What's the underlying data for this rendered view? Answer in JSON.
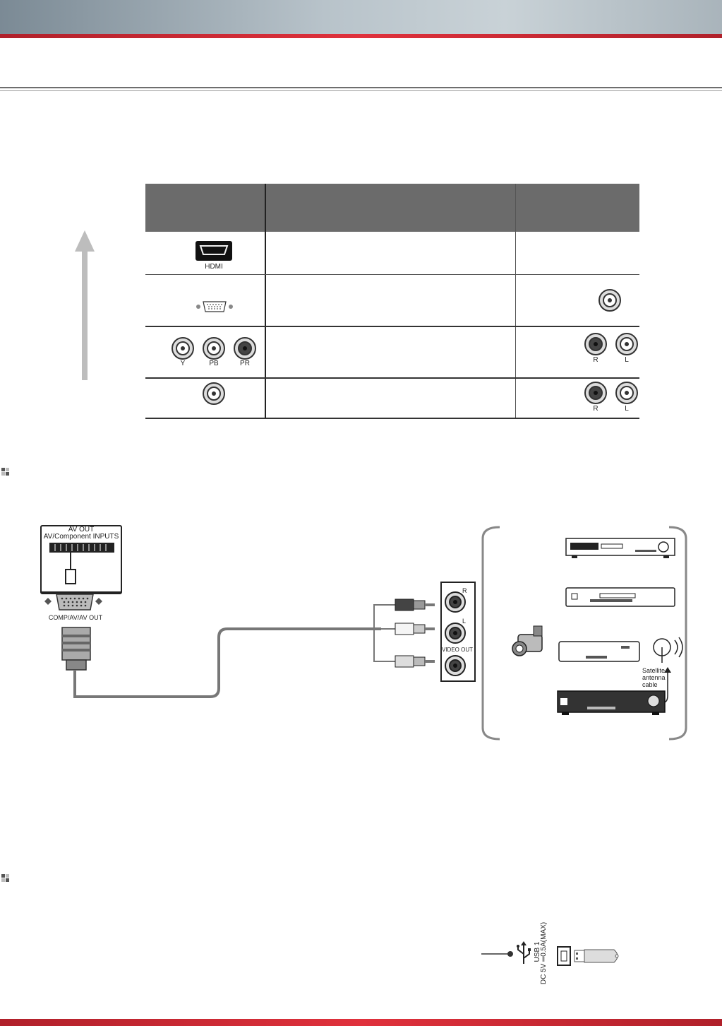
{
  "table": {
    "rows": [
      {
        "port_icon": "hdmi-port-icon",
        "port_label": "HDMI",
        "audio_icon": ""
      },
      {
        "port_icon": "vga-port-icon",
        "port_label": "",
        "audio_icon": "rca-jack-icon"
      },
      {
        "port_icon": "component-rca-icon",
        "port_labels": [
          "Y",
          "PB",
          "PR"
        ],
        "audio_labels": [
          "R",
          "L"
        ]
      },
      {
        "port_icon": "rca-jack-icon",
        "port_label": "",
        "audio_labels": [
          "R",
          "L"
        ]
      }
    ]
  },
  "av_diagram": {
    "panel_title_1": "AV OUT",
    "panel_title_2": "AV/Component INPUTS",
    "connector_label": "COMP/AV/AV OUT",
    "jack_r": "R",
    "jack_l": "L",
    "video_out": "VIDEO OUT",
    "satellite_label_1": "Satellite",
    "satellite_label_2": "antenna",
    "satellite_label_3": "cable"
  },
  "usb_diagram": {
    "usb_label": "USB 1",
    "power_label": "DC 5V ═0.5A(MAX)"
  },
  "colors": {
    "header_red": "#e0313c",
    "table_header": "#6b6b6b"
  }
}
